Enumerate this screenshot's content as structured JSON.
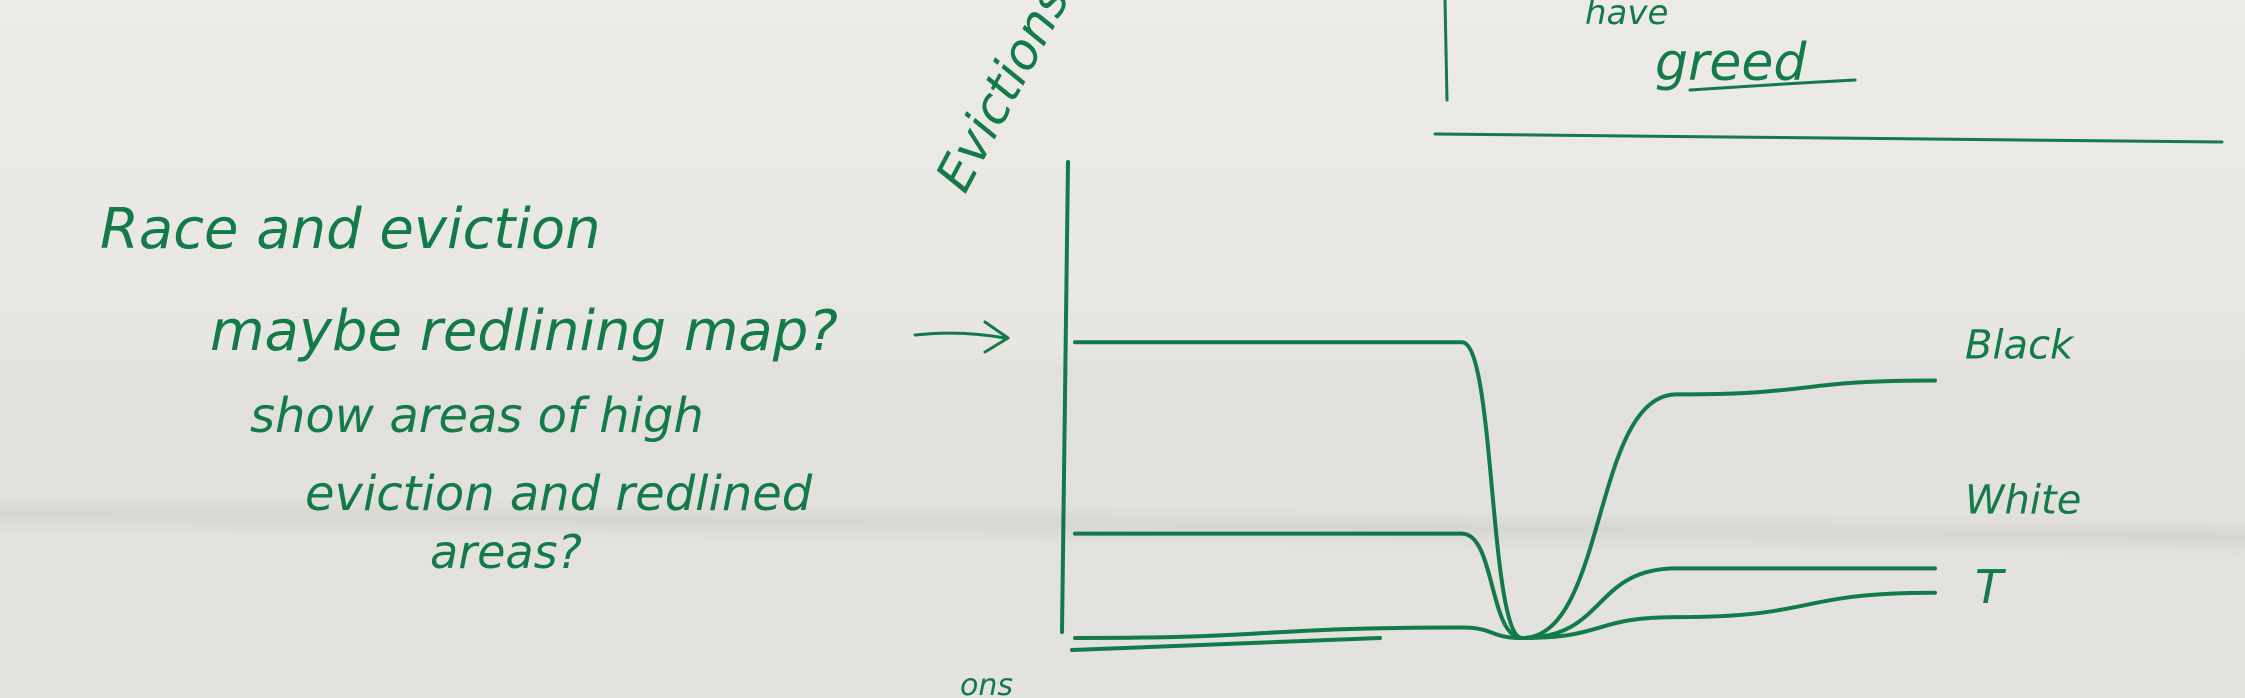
{
  "notes": {
    "line1": "Race and eviction",
    "line2": "maybe redlining map?",
    "line3": "show areas of high",
    "line4": "eviction and redlined",
    "line5": "areas?"
  },
  "top_right": {
    "partial_text": "have",
    "underlined_word": "greed"
  },
  "chart_data": {
    "type": "line",
    "ylabel": "Evictions",
    "xlabel": "",
    "series": [
      {
        "name": "Black",
        "values": [
          0.85,
          0.85,
          0.0,
          0.7,
          0.74
        ]
      },
      {
        "name": "White",
        "values": [
          0.3,
          0.3,
          0.0,
          0.2,
          0.2
        ]
      },
      {
        "name": "T",
        "values": [
          0.0,
          0.03,
          0.0,
          0.06,
          0.13
        ]
      }
    ],
    "x": [
      0,
      0.45,
      0.52,
      0.7,
      1.0
    ],
    "grid": false,
    "legend": "line-end labels"
  },
  "colors": {
    "ink": "#137a4a",
    "paper": "#e9e7e3"
  }
}
